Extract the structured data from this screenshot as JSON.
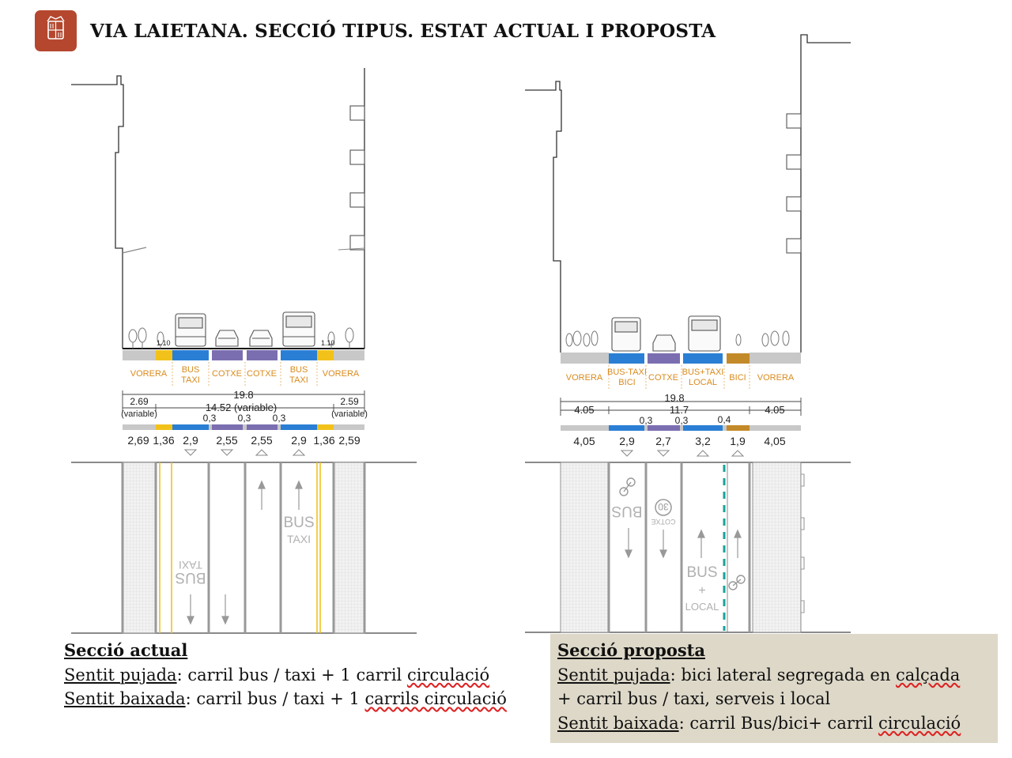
{
  "title": "VIA LAIETANA. SECCIÓ TIPUS. ESTAT ACTUAL I PROPOSTA",
  "colors": {
    "logo_red": "#b4472e",
    "vorera": "#c8c8c8",
    "bus_taxi": "#2a7fd4",
    "cotxe": "#7b6eb0",
    "yellow": "#f2c21b",
    "bici": "#c38a2a",
    "caption_bg": "#ddd8c8"
  },
  "actual": {
    "labels": {
      "vorera_l": "VORERA",
      "bus_l": "BUS",
      "taxi_l": "TAXI",
      "cotxe1": "COTXE",
      "cotxe2": "COTXE",
      "bus_r": "BUS",
      "taxi_r": "TAXI",
      "vorera_r": "VORERA"
    },
    "dim_total": "19.8",
    "dim_left": "2.69",
    "dim_left_var": "(variable)",
    "dim_mid": "14.52 (variable)",
    "dim_right": "2.59",
    "dim_right_var": "(variable)",
    "sep1": "0,3",
    "sep2": "0,3",
    "sep3": "0,3",
    "mark1": "1.10",
    "mark2": "1.10",
    "widths": [
      "2,69",
      "1,36",
      "2,9",
      "2,55",
      "2,55",
      "2,9",
      "1,36",
      "2,59"
    ],
    "plan_bus": "BUS",
    "plan_taxi": "TAXI"
  },
  "proposta": {
    "labels": {
      "vorera_l": "VORERA",
      "bustaxi": "BUS-TAXI",
      "bici_l": "BICI",
      "cotxe": "COTXE",
      "bustaxi2": "BUS+TAXI",
      "local": "LOCAL",
      "bici_r": "BICI",
      "vorera_r": "VORERA"
    },
    "dim_total": "19.8",
    "dim_mid": "11.7",
    "dim_left": "4.05",
    "dim_right": "4.05",
    "sep1": "0,3",
    "sep2": "0,3",
    "sep3": "0,4",
    "widths": [
      "4,05",
      "2,9",
      "2,7",
      "3,2",
      "1,9",
      "4,05"
    ],
    "plan_bus": "BUS",
    "plan_cotxe": "COTXE",
    "plan_30": "30",
    "plan_bus2": "BUS",
    "plan_plus": "+",
    "plan_local": "LOCAL"
  },
  "captions": {
    "left": {
      "head": "Secció actual",
      "l1_a": "Sentit pujada",
      "l1_b": ": carril bus / taxi + 1 carril ",
      "l1_c": "circulació",
      "l2_a": "Sentit baixada",
      "l2_b": ": carril bus / taxi + 1 ",
      "l2_c": "carrils circulació"
    },
    "right": {
      "head": "Secció proposta",
      "l1_a": "Sentit pujada",
      "l1_b": ": bici lateral segregada en ",
      "l1_c": "calçada",
      "l2": "+ carril bus / taxi, serveis i local",
      "l3_a": "Sentit baixada",
      "l3_b": ": carril Bus/bici+ carril ",
      "l3_c": "circulació"
    }
  }
}
